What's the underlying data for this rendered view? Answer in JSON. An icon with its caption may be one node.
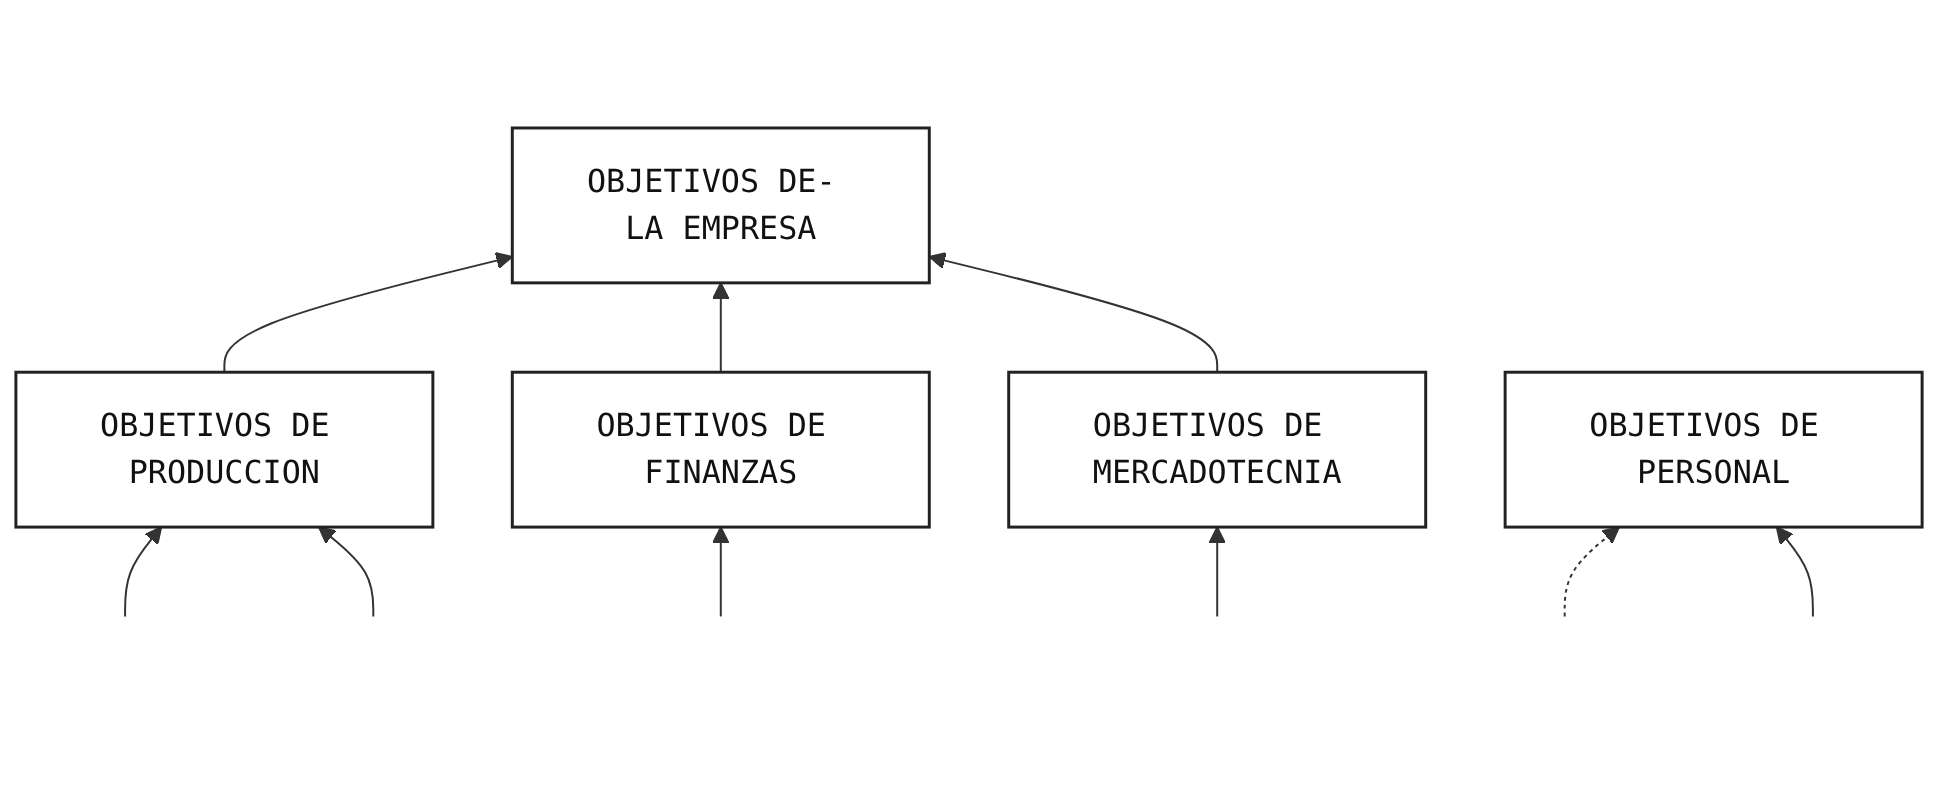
{
  "diagram": {
    "nodes": [
      {
        "text": [
          "OBJETIVOS DE- LA EMPRESA"
        ]
      },
      {
        "text": [
          "OBJETIVOS DE PRODUCCION"
        ]
      },
      {
        "text": [
          "OBJETIVOS DE FINANZAS"
        ]
      },
      {
        "text": [
          "OBJETIVOS DE MERCADOTECNIA"
        ]
      },
      {
        "text": [
          "OBJETIVOS DE PERSONAL"
        ]
      }
    ],
    "edges": [
      {
        "from": 1,
        "to": 0,
        "arrow": "to"
      },
      {
        "from": 2,
        "to": 0,
        "arrow": "to"
      },
      {
        "from": 3,
        "to": 0,
        "arrow": "to"
      },
      {
        "from": null,
        "to": 1,
        "arrow": "to"
      },
      {
        "from": null,
        "to": 1,
        "arrow": "to"
      },
      {
        "from": null,
        "to": 2,
        "arrow": "to"
      },
      {
        "from": null,
        "to": 3,
        "arrow": "to"
      },
      {
        "from": null,
        "to": 4,
        "arrow": "to",
        "style": "dashed"
      },
      {
        "from": null,
        "to": 4,
        "arrow": "to"
      }
    ]
  }
}
